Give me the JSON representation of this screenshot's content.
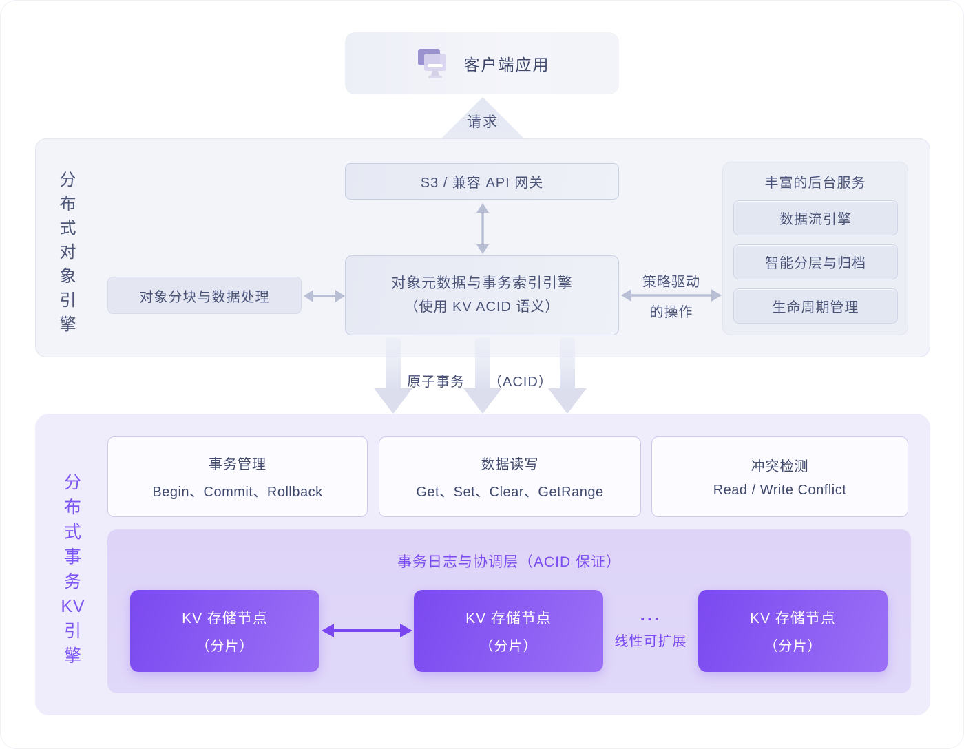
{
  "client": {
    "label": "客户端应用",
    "icon": "monitor-icon"
  },
  "request_arrow_label": "请求",
  "object_engine": {
    "side_label": "分\n布\n式\n对\n象\n引\n擎",
    "gateway_label": "S3 / 兼容 API 网关",
    "metadata_engine_line1": "对象元数据与事务索引引擎",
    "metadata_engine_line2": "（使用 KV ACID 语义）",
    "chunking_label": "对象分块与数据处理",
    "policy_label_line1": "策略驱动",
    "policy_label_line2": "的操作",
    "backend": {
      "title": "丰富的后台服务",
      "items": [
        "数据流引擎",
        "智能分层与归档",
        "生命周期管理"
      ]
    }
  },
  "atomic": {
    "left": "原子事务",
    "right": "（ACID）"
  },
  "kv_engine": {
    "side_label": "分\n布\n式\n事\n务\nKV\n引\n擎",
    "capabilities": [
      {
        "title": "事务管理",
        "detail": "Begin、Commit、Rollback"
      },
      {
        "title": "数据读写",
        "detail": "Get、Set、Clear、GetRange"
      },
      {
        "title": "冲突检测",
        "detail": "Read / Write Conflict"
      }
    ],
    "coordination": {
      "title": "事务日志与协调层（ACID 保证）",
      "nodes": [
        {
          "line1": "KV 存储节点",
          "line2": "（分片）"
        },
        {
          "line1": "KV 存储节点",
          "line2": "（分片）"
        },
        {
          "line1": "KV 存储节点",
          "line2": "（分片）"
        }
      ],
      "ellipsis": "...",
      "scalability": "线性可扩展"
    }
  },
  "colors": {
    "accent_purple": "#7b4af0",
    "kv_node_gradient_start": "#7b49f0",
    "kv_node_gradient_end": "#9b70f6",
    "top_section_bg": "#f2f4fa",
    "bottom_section_bg": "#efecfb",
    "coordination_bg": "#ddd4f8",
    "arrow_gray": "#b8bed4",
    "dark_text": "#4a5377"
  }
}
